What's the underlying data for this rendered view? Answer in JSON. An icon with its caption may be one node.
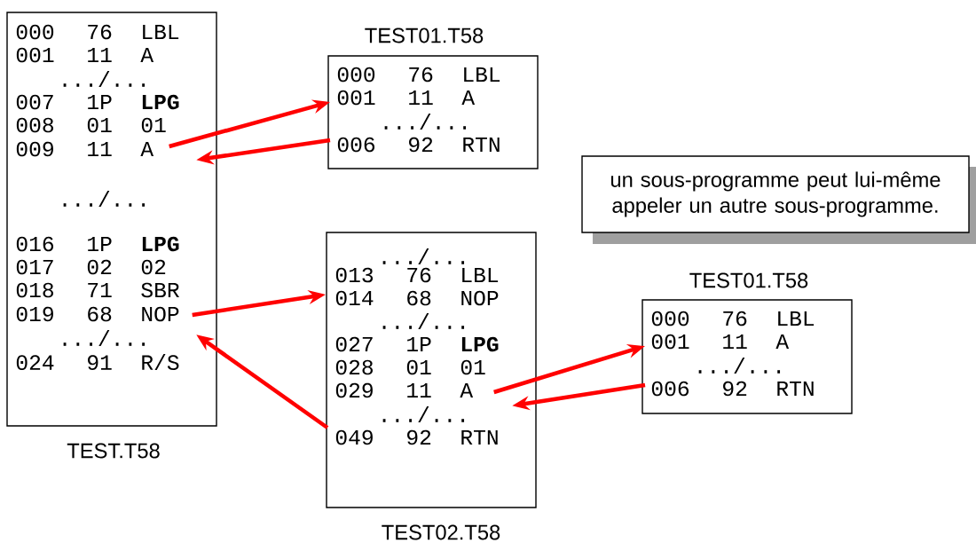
{
  "diagram": {
    "nodes": [
      {
        "text": [
          "TEST.T58"
        ]
      },
      {
        "text": [
          "000",
          "76",
          "LBL"
        ],
        "in": 0
      },
      {
        "text": [
          "001",
          "11",
          "A"
        ],
        "in": 0
      },
      {
        "text": [
          ".../..."
        ],
        "in": 0
      },
      {
        "text": [
          "007",
          "1P",
          "**LPG**"
        ],
        "in": 0
      },
      {
        "text": [
          "008",
          "01",
          "01"
        ],
        "in": 0
      },
      {
        "text": [
          "009",
          "11",
          "A"
        ],
        "in": 0
      },
      {
        "text": [
          ".../..."
        ],
        "in": 0
      },
      {
        "text": [
          "016",
          "1P",
          "**LPG**"
        ],
        "in": 0
      },
      {
        "text": [
          "017",
          "02",
          "02"
        ],
        "in": 0
      },
      {
        "text": [
          "018",
          "71",
          "SBR"
        ],
        "in": 0
      },
      {
        "text": [
          "019",
          "68",
          "NOP"
        ],
        "in": 0
      },
      {
        "text": [
          ".../..."
        ],
        "in": 0
      },
      {
        "text": [
          "024",
          "91",
          "R/S"
        ],
        "in": 0
      },
      {
        "text": [
          "TEST01.T58"
        ]
      },
      {
        "text": [
          "000",
          "76",
          "LBL"
        ],
        "in": 14
      },
      {
        "text": [
          "001",
          "11",
          "A"
        ],
        "in": 14
      },
      {
        "text": [
          ".../..."
        ],
        "in": 14
      },
      {
        "text": [
          "006",
          "92",
          "RTN"
        ],
        "in": 14
      },
      {
        "text": [
          "un sous-programme peut lui-même appeler un autre sous-programme."
        ]
      },
      {
        "text": [
          "TEST02.T58"
        ]
      },
      {
        "text": [
          ".../..."
        ],
        "in": 20
      },
      {
        "text": [
          "013",
          "76",
          "LBL"
        ],
        "in": 20
      },
      {
        "text": [
          "014",
          "68",
          "NOP"
        ],
        "in": 20
      },
      {
        "text": [
          ".../..."
        ],
        "in": 20
      },
      {
        "text": [
          "027",
          "1P",
          "**LPG**"
        ],
        "in": 20
      },
      {
        "text": [
          "028",
          "01",
          "01"
        ],
        "in": 20
      },
      {
        "text": [
          "029",
          "11",
          "A"
        ],
        "in": 20
      },
      {
        "text": [
          ".../..."
        ],
        "in": 20
      },
      {
        "text": [
          "049",
          "92",
          "RTN"
        ],
        "in": 20
      },
      {
        "text": [
          "TEST01.T58"
        ]
      },
      {
        "text": [
          "000",
          "76",
          "LBL"
        ],
        "in": 30
      },
      {
        "text": [
          "001",
          "11",
          "A"
        ],
        "in": 30
      },
      {
        "text": [
          ".../..."
        ],
        "in": 30
      },
      {
        "text": [
          "006",
          "92",
          "RTN"
        ],
        "in": 30
      }
    ],
    "edges": [
      {
        "from": 6,
        "to": 16,
        "arrow": "to"
      },
      {
        "from": 18,
        "to": 0,
        "arrow": "to"
      },
      {
        "from": 11,
        "to": 23,
        "arrow": "to"
      },
      {
        "from": 29,
        "to": 0,
        "arrow": "to"
      },
      {
        "from": 27,
        "to": 32,
        "arrow": "to"
      },
      {
        "from": 34,
        "to": 20,
        "arrow": "to"
      }
    ]
  }
}
